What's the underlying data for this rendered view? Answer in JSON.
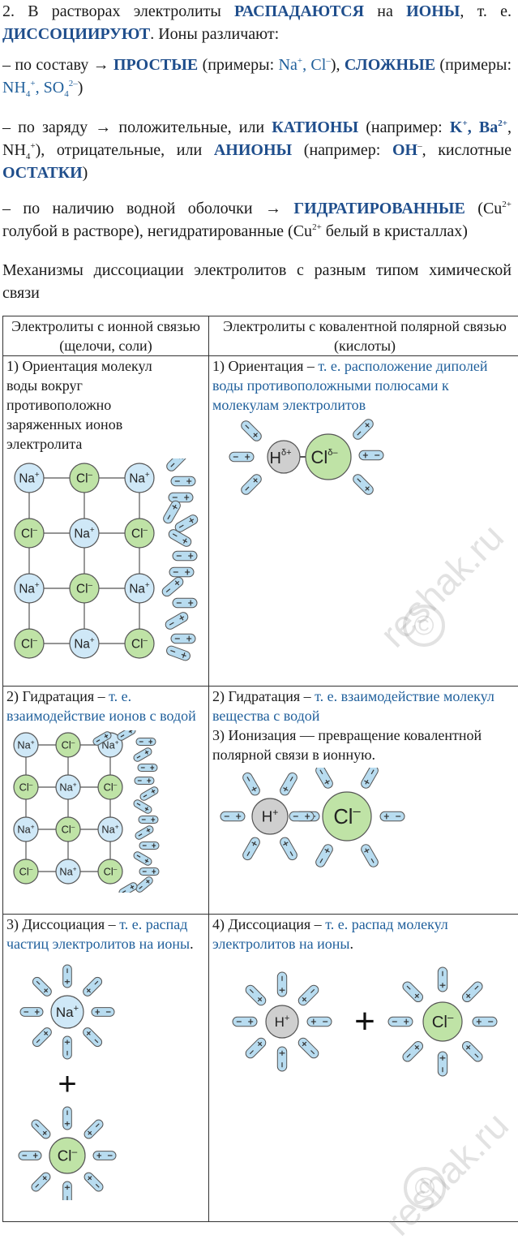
{
  "intro": {
    "p1": {
      "a": "2. В растворах электролиты ",
      "b": "РАСПАДАЮТСЯ",
      "c": " на ",
      "d": "ИОНЫ",
      "e": ", т. е. ",
      "f": "ДИССОЦИИРУЮТ",
      "g": ". Ионы различают:"
    },
    "p2": {
      "a": "– по составу → ",
      "b": "ПРОСТЫЕ",
      "c": " (примеры: ",
      "d": "Na",
      "d_sup": "+",
      "e": ", Cl",
      "e_sup": "–",
      "f": "), ",
      "g": "СЛОЖНЫЕ",
      "h": " (примеры: ",
      "i": "NH",
      "i_sub": "4",
      "i_sup": "+",
      "j": ", SO",
      "j_sub": "4",
      "j_sup": "2–",
      "k": ")"
    },
    "p3": {
      "a": "– по заряду → положительные, или ",
      "b": "КАТИОНЫ",
      "c": " (например: ",
      "d": "K",
      "d_sup": "+",
      "e": ", Ba",
      "e_sup": "2+",
      "f": ", NH",
      "f_sub": "4",
      "f_sup": "+",
      "g": "), отрицательные, или ",
      "h": "АНИОНЫ",
      "i": " (например: ",
      "j": "OH",
      "j_sup": "–",
      "k": ", кислотные ",
      "l": "ОСТАТКИ",
      "m": ")"
    },
    "p4": {
      "a": "– по наличию водной оболочки → ",
      "b": "ГИДРАТИРОВАННЫЕ",
      "c": " (Cu",
      "c_sup": "2+",
      "d": " голубой в растворе), негидратированные (Cu",
      "d_sup": "2+",
      "e": " белый в кристаллах)"
    },
    "p5": "Механизмы диссоциации электролитов с разным типом химической связи"
  },
  "table": {
    "col1_header": "Электролиты с ионной связью (щелочи, соли)",
    "col2_header": "Электролиты с ковалентной полярной связью (кислоты)",
    "r1c1": "1) Ориентация молекул воды вокруг противоположно заряженных ионов электролита",
    "r1c2_a": "1) Ориентация – ",
    "r1c2_b": "т. е. расположение диполей воды противоположными полюсами к молекулам электролитов",
    "r2c1_a": "2) Гидратация – ",
    "r2c1_b": "т. е. взаимодействие ионов с водой",
    "r2c2_a": "2) Гидратация – ",
    "r2c2_b": "т. е. взаимодействие молекул вещества с водой",
    "r2c2_c": "3) Ионизация — превращение ковалентной полярной связи в ионную.",
    "r3c1_a": "3) Диссоциация – ",
    "r3c1_b": "т. е. распад частиц электролитов на ионы",
    "r3c1_c": ".",
    "r3c2_a": "4) Диссоциация – ",
    "r3c2_b": "т. е. распад молекул электролитов на ионы",
    "r3c2_c": "."
  },
  "ions": {
    "na": "Na",
    "cl": "Cl",
    "h": "H",
    "plus": "+",
    "minus": "–",
    "delta_plus": "δ+",
    "delta_minus": "δ–",
    "plus_sign": "+"
  },
  "watermark": {
    "text": "reshak.ru",
    "symbol": "©"
  },
  "colors": {
    "accent": "#1f4e8c",
    "na_fill": "#cfe8f7",
    "cl_fill": "#bfe3a6",
    "h_fill": "#cfcfcf",
    "water_fill": "#b8dcf0"
  }
}
